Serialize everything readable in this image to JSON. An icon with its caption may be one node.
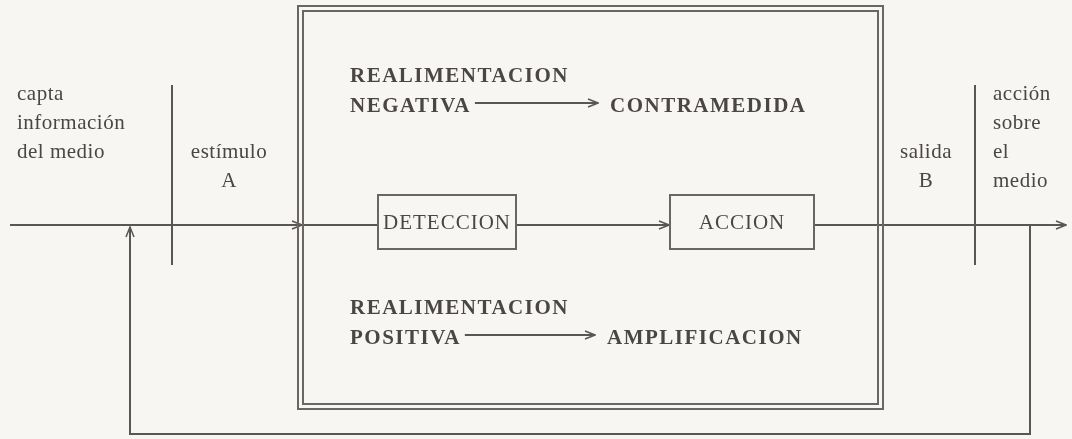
{
  "diagram": {
    "nodes": [
      {
        "text": [],
        "shape": "box"
      },
      {
        "text": [
          "REALIMENTACION NEGATIVA"
        ],
        "in": 0
      },
      {
        "text": [
          "CONTRAMEDIDA"
        ],
        "in": 0
      },
      {
        "text": [
          "DETECCION"
        ],
        "in": 0
      },
      {
        "text": [
          "ACCION"
        ],
        "in": 0
      },
      {
        "text": [
          "REALIMENTACION POSITIVA"
        ],
        "in": 0
      },
      {
        "text": [
          "AMPLIFICACION"
        ],
        "in": 0
      }
    ],
    "edges": [
      {
        "from": null,
        "to": 0,
        "arrow": "to"
      },
      {
        "from": 0,
        "to": 3,
        "arrow": "none"
      },
      {
        "from": 3,
        "to": 4,
        "arrow": "to"
      },
      {
        "from": 4,
        "to": null,
        "arrow": "to"
      },
      {
        "from": 4,
        "to": null,
        "arrow": "to"
      },
      {
        "from": 1,
        "to": 2,
        "arrow": "to"
      },
      {
        "from": 5,
        "to": 6,
        "arrow": "to"
      }
    ],
    "labels": [
      "capta información del medio",
      "estímulo A",
      "salida B",
      "acción sobre el medio"
    ]
  }
}
